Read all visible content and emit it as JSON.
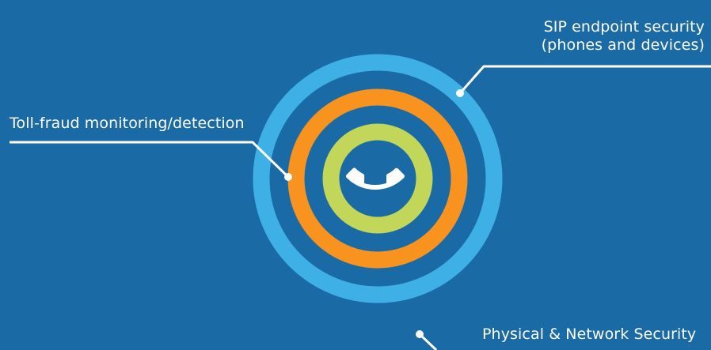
{
  "colors": {
    "background": "#1a6aa6",
    "outer_ring": "#3fb0e6",
    "middle_ring": "#f7931e",
    "inner_ring": "#c2d65a",
    "line": "#ffffff"
  },
  "icons": {
    "center": "phone-handset-icon"
  },
  "labels": {
    "sip_line1": "SIP endpoint security",
    "sip_line2": "(phones and devices)",
    "toll_fraud": "Toll-fraud monitoring/detection",
    "physical_network": "Physical & Network Security"
  }
}
